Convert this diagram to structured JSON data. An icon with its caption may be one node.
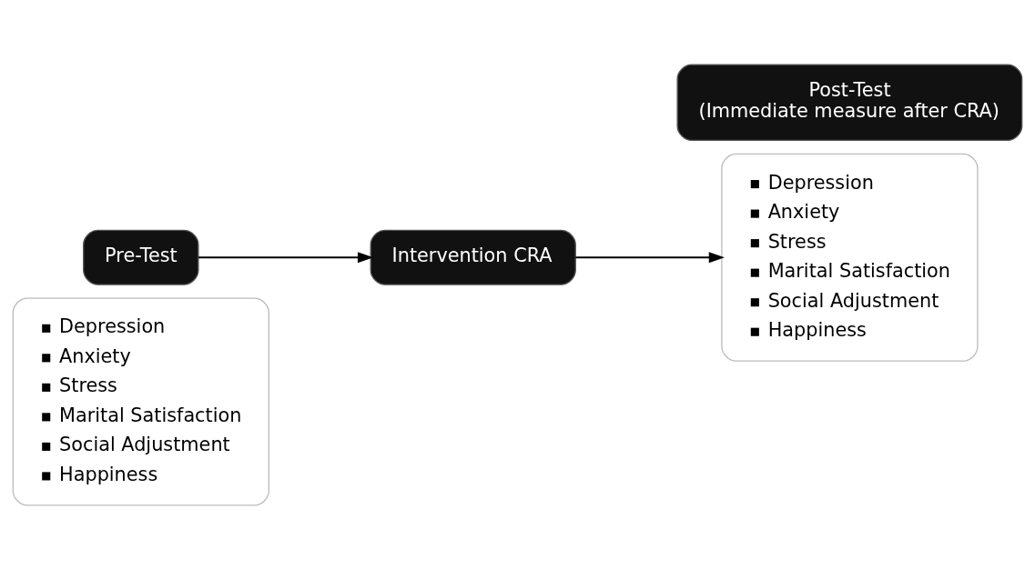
{
  "diagram": {
    "nodes": [
      {
        "text": [
          "Depression",
          "Anxiety",
          "Stress",
          "Marital Satisfaction",
          "Social Adjustment",
          "Happiness"
        ]
      },
      {
        "text": [
          "Pre-Test"
        ]
      },
      {
        "text": [
          "Intervention CRA"
        ]
      },
      {
        "text": [
          "Depression",
          "Anxiety",
          "Stress",
          "Marital Satisfaction",
          "Social Adjustment",
          "Happiness"
        ]
      },
      {
        "text": [
          "Post-Test",
          "(Immediate measure after CRA)"
        ]
      }
    ],
    "edges": [
      {
        "from": 1,
        "to": 2,
        "arrow": "to"
      },
      {
        "from": 2,
        "to": 3,
        "arrow": "to"
      }
    ]
  }
}
